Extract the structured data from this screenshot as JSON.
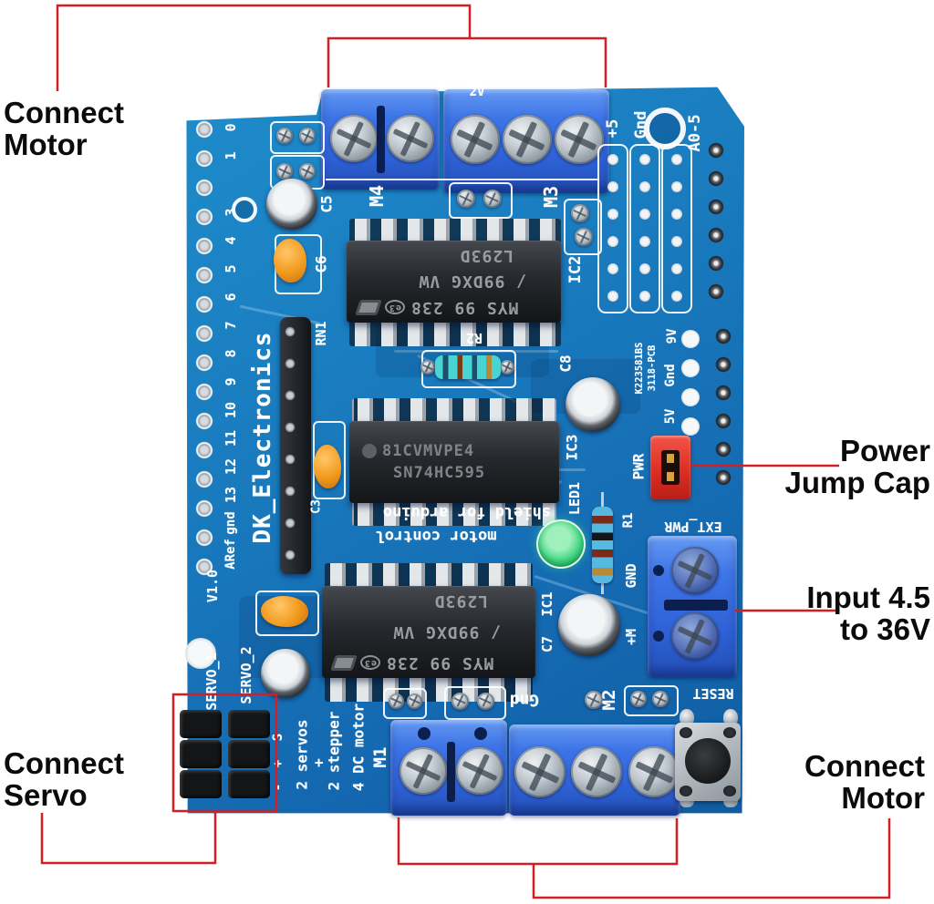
{
  "callouts": {
    "top_left": {
      "line1": "Connect",
      "line2": "Motor"
    },
    "power": {
      "line1": "Power",
      "line2": "Jump Cap"
    },
    "input": {
      "line1": "Input 4.5",
      "line2": "to 36V"
    },
    "servo": {
      "line1": "Connect",
      "line2": "Servo"
    },
    "bottom_right": {
      "line1": "Connect",
      "line2": "Motor"
    }
  },
  "board": {
    "brand": "DK_Electronics",
    "version": "V1.0",
    "top_edge_fragment": "2V",
    "silk_center_line1": "shield for arduino",
    "silk_center_line2": "motor control",
    "pcb_code_line1": "K223581BS",
    "pcb_code_line2": "3118-PCB",
    "labels": {
      "m4": "M4",
      "m3": "M3",
      "m1": "M1",
      "m2": "M2",
      "c5": "C5",
      "c6": "C6",
      "c3": "C3",
      "c7": "C7",
      "c8": "C8",
      "ic1": "IC1",
      "ic2": "IC2",
      "ic3": "IC3",
      "rn1": "RN1",
      "r1": "R1",
      "r2": "R2",
      "led1": "LED1",
      "plus5": "+5",
      "gnd_top": "Gnd",
      "a05": "A0-5",
      "v9": "9V",
      "gnd_mid": "Gnd",
      "v5": "5V",
      "pwr": "PWR",
      "ext_pwr": "EXT_PWR",
      "gnd_ext": "GND",
      "plus_m": "+M",
      "reset": "RESET",
      "gnd_bottom": "Gnd",
      "servo1": "SERVO_1",
      "servo2": "SERVO_2",
      "pin_s": "S",
      "pin_plus": "+",
      "pin_minus": "-"
    },
    "left_pins": [
      "0",
      "1",
      "3",
      "4",
      "5",
      "6",
      "7",
      "8",
      "9",
      "10",
      "11",
      "12",
      "13",
      "gnd",
      "ARef"
    ],
    "feature_lines": [
      "2 servos",
      "+",
      "2 stepper",
      "4 DC motor"
    ],
    "chips": {
      "l293d_line1": "L293D",
      "l293d_line2": "/ 99DXG VW",
      "l293d_line3": "MYS 99 238",
      "mark": "e3",
      "hc595_line1": "81CVMVPE4",
      "hc595_line2": "SN74HC595"
    }
  },
  "colors": {
    "annotation_red": "#d21f26",
    "board_blue": "#1a7dc0",
    "terminal_blue": "#2f6fe0",
    "jumper_red": "#dd2e24",
    "cap_orange": "#f29a1e",
    "led_green": "#3ed47e"
  }
}
